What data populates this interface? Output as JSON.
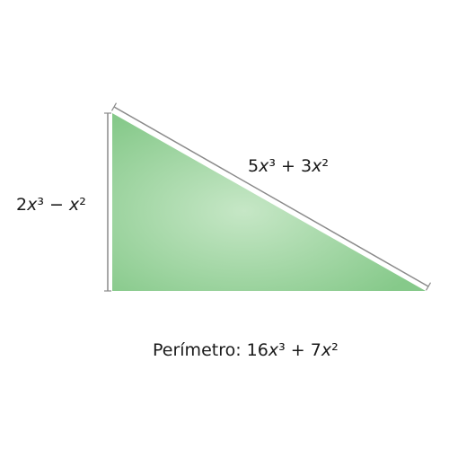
{
  "triangle": {
    "fill_color": "#86c98a",
    "fill_highlight": "#c6e7c6",
    "edge_color": "#8a8a8a"
  },
  "labels": {
    "left_side": {
      "coef1": "2",
      "var1": "x",
      "exp1": "³",
      "op": " − ",
      "var2": "x",
      "exp2": "²"
    },
    "hypotenuse": {
      "coef1": "5",
      "var1": "x",
      "exp1": "³",
      "op": " + ",
      "coef2": "3",
      "var2": "x",
      "exp2": "²"
    },
    "perimeter": {
      "prefix": "Perímetro:",
      "coef1": " 16",
      "var1": "x",
      "exp1": "³",
      "op": " + ",
      "coef2": "7",
      "var2": "x",
      "exp2": "²"
    }
  }
}
